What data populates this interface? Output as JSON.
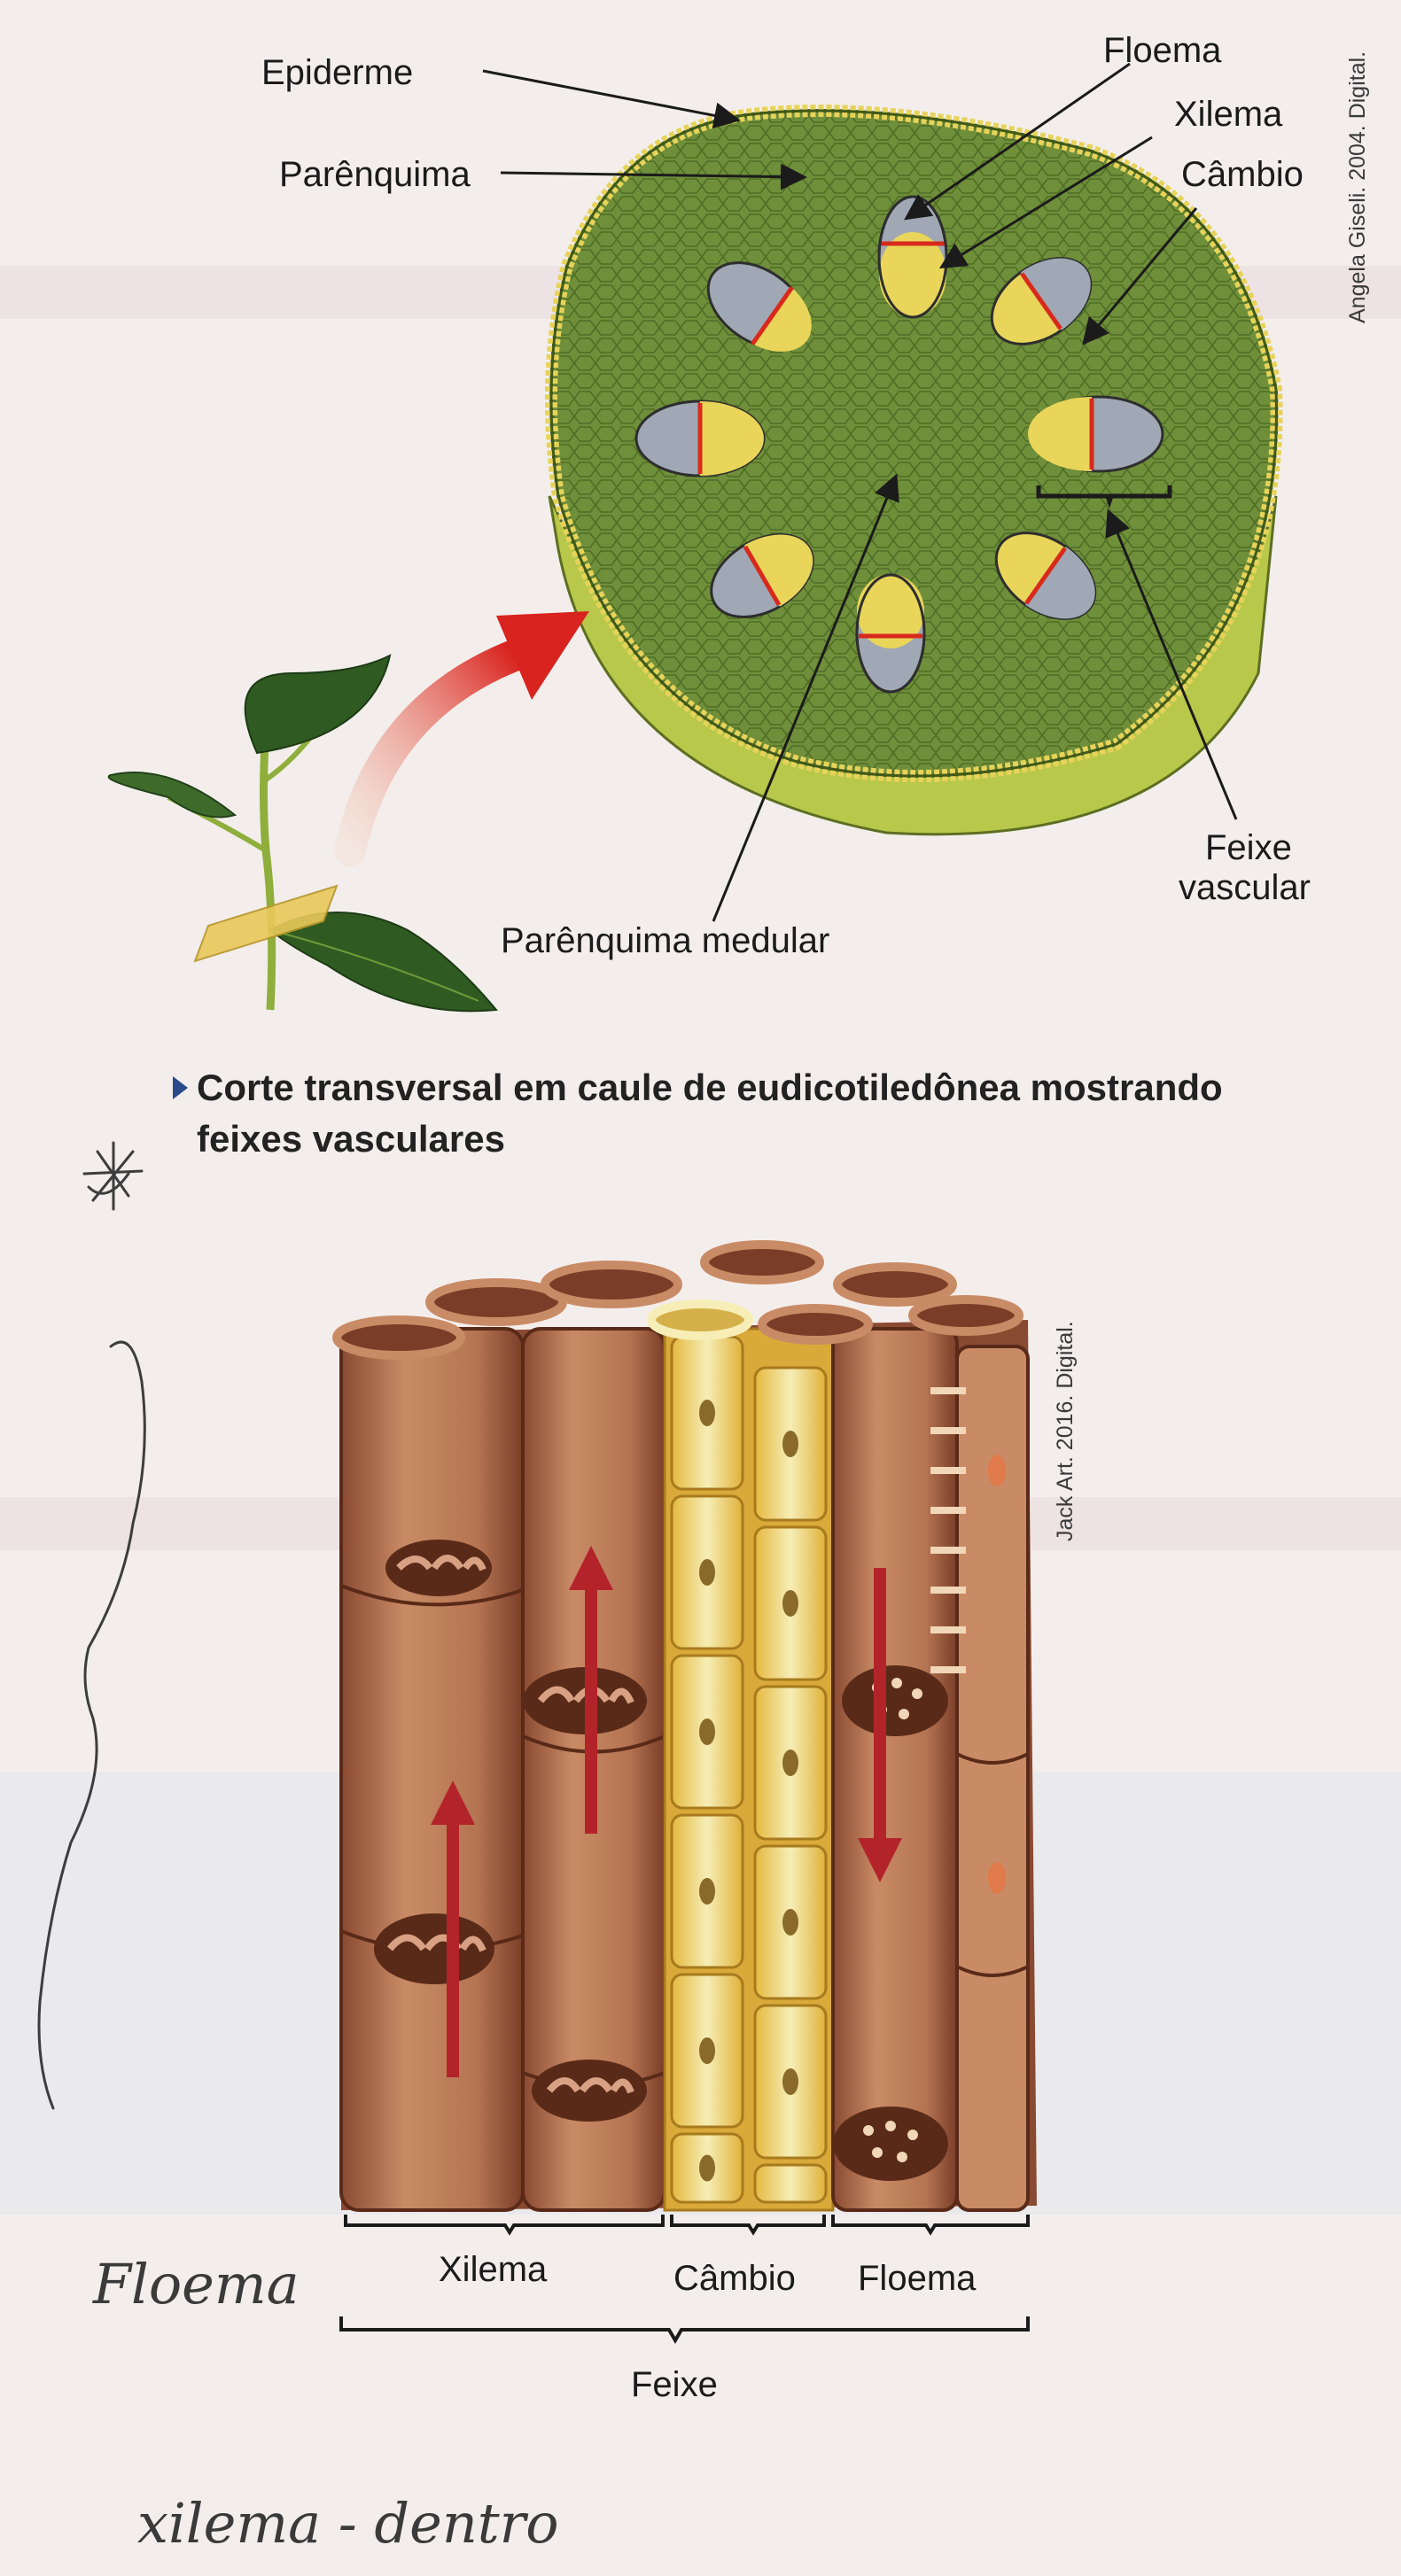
{
  "labels": {
    "epiderme": "Epiderme",
    "parenquima": "Parênquima",
    "floema": "Floema",
    "xilema": "Xilema",
    "cambio": "Câmbio",
    "feixe_vascular_1": "Feixe",
    "feixe_vascular_2": "vascular",
    "parenquima_medular": "Parênquima medular"
  },
  "credits": {
    "top": "Angela Giseli. 2004. Digital.",
    "bottom": "Jack Art. 2016. Digital."
  },
  "caption": {
    "line1": "Corte transversal em caule de eudicotiledônea mostrando",
    "line2": "feixes vasculares"
  },
  "bottom_labels": {
    "xilema": "Xilema",
    "cambio": "Câmbio",
    "floema": "Floema",
    "feixe": "Feixe"
  },
  "handwritten": {
    "floema": "Floema",
    "xilema_dentro": "xilema - dentro"
  },
  "colors": {
    "stem_green": "#6f8f3a",
    "epidermis_yellow": "#e7d35a",
    "xylem_yellow": "#e8d55a",
    "phloem_gray": "#9fa8b4",
    "cambium_red": "#d82a1c",
    "vessel_brown": "#b06a48",
    "cambium_cell_yellow": "#f2e6a0",
    "arrow_red": "#b3242a"
  }
}
